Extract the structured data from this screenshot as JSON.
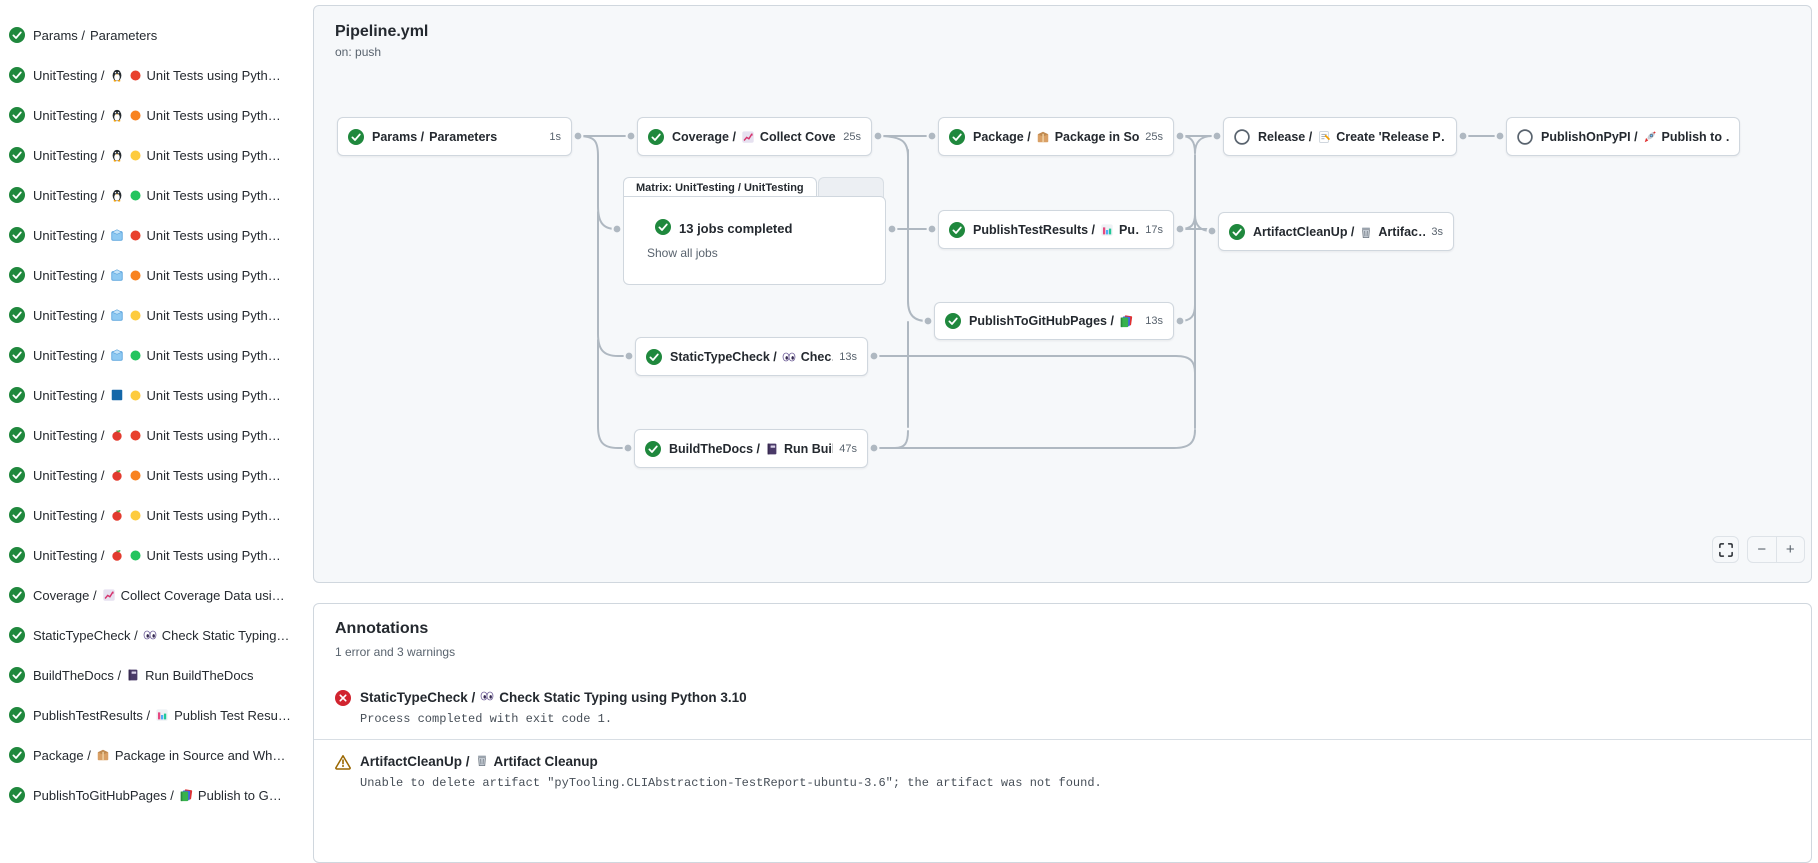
{
  "graph_panel": {
    "title": "Pipeline.yml",
    "trigger": "on: push",
    "matrix": {
      "tab_label": "Matrix: UnitTesting / UnitTesting",
      "status": "success",
      "status_text": "13 jobs completed",
      "link_label": "Show all jobs"
    },
    "nodes": [
      {
        "id": "params",
        "status": "success",
        "job": "Params",
        "icon": null,
        "name": "Parameters",
        "duration": "1s"
      },
      {
        "id": "coverage",
        "status": "success",
        "job": "Coverage",
        "icon": "chart-increasing",
        "name": "Collect Cove…",
        "duration": "25s"
      },
      {
        "id": "statictypecheck",
        "status": "success",
        "job": "StaticTypeCheck",
        "icon": "eyes",
        "name": "Chec…",
        "duration": "13s"
      },
      {
        "id": "buildthedocs",
        "status": "success",
        "job": "BuildTheDocs",
        "icon": "notebook",
        "name": "Run Buil…",
        "duration": "47s"
      },
      {
        "id": "package",
        "status": "success",
        "job": "Package",
        "icon": "package",
        "name": "Package in So…",
        "duration": "25s"
      },
      {
        "id": "publishtestresults",
        "status": "success",
        "job": "PublishTestResults",
        "icon": "bar-chart",
        "name": "Pu…",
        "duration": "17s"
      },
      {
        "id": "publishtogithubpages",
        "status": "success",
        "job": "PublishToGitHubPages",
        "icon": "books",
        "name": "…",
        "duration": "13s"
      },
      {
        "id": "release",
        "status": "skipped",
        "job": "Release",
        "icon": "memo",
        "name": "Create 'Release P…",
        "duration": ""
      },
      {
        "id": "publishonpypi",
        "status": "skipped",
        "job": "PublishOnPyPI",
        "icon": "rocket",
        "name": "Publish to …",
        "duration": ""
      },
      {
        "id": "artifactcleanup",
        "status": "success",
        "job": "ArtifactCleanUp",
        "icon": "wastebasket",
        "name": "Artifac…",
        "duration": "3s"
      }
    ],
    "controls": {
      "fullscreen": "fullscreen",
      "zoom_out": "−",
      "zoom_in": "+"
    }
  },
  "sidebar": {
    "items": [
      {
        "status": "success",
        "job": "Params",
        "name": "Parameters"
      },
      {
        "status": "success",
        "job": "UnitTesting",
        "os_icon": "penguin",
        "py_color": "red",
        "name": "Unit Tests using Pyth…"
      },
      {
        "status": "success",
        "job": "UnitTesting",
        "os_icon": "penguin",
        "py_color": "orange",
        "name": "Unit Tests using Pyth…"
      },
      {
        "status": "success",
        "job": "UnitTesting",
        "os_icon": "penguin",
        "py_color": "yellow",
        "name": "Unit Tests using Pyth…"
      },
      {
        "status": "success",
        "job": "UnitTesting",
        "os_icon": "penguin",
        "py_color": "green",
        "name": "Unit Tests using Pyth…"
      },
      {
        "status": "success",
        "job": "UnitTesting",
        "os_icon": "ice",
        "py_color": "red",
        "name": "Unit Tests using Pyth…"
      },
      {
        "status": "success",
        "job": "UnitTesting",
        "os_icon": "ice",
        "py_color": "orange",
        "name": "Unit Tests using Pyth…"
      },
      {
        "status": "success",
        "job": "UnitTesting",
        "os_icon": "ice",
        "py_color": "yellow",
        "name": "Unit Tests using Pyth…"
      },
      {
        "status": "success",
        "job": "UnitTesting",
        "os_icon": "ice",
        "py_color": "green",
        "name": "Unit Tests using Pyth…"
      },
      {
        "status": "success",
        "job": "UnitTesting",
        "os_icon": "windows",
        "py_color": "yellow",
        "name": "Unit Tests using Pyth…"
      },
      {
        "status": "success",
        "job": "UnitTesting",
        "os_icon": "apple",
        "py_color": "red",
        "name": "Unit Tests using Pyth…"
      },
      {
        "status": "success",
        "job": "UnitTesting",
        "os_icon": "apple",
        "py_color": "orange",
        "name": "Unit Tests using Pyth…"
      },
      {
        "status": "success",
        "job": "UnitTesting",
        "os_icon": "apple",
        "py_color": "yellow",
        "name": "Unit Tests using Pyth…"
      },
      {
        "status": "success",
        "job": "UnitTesting",
        "os_icon": "apple",
        "py_color": "green",
        "name": "Unit Tests using Pyth…"
      },
      {
        "status": "success",
        "job": "Coverage",
        "icon": "chart-increasing",
        "name": "Collect Coverage Data usi…"
      },
      {
        "status": "success",
        "job": "StaticTypeCheck",
        "icon": "eyes",
        "name": "Check Static Typing…"
      },
      {
        "status": "success",
        "job": "BuildTheDocs",
        "icon": "notebook",
        "name": "Run BuildTheDocs"
      },
      {
        "status": "success",
        "job": "PublishTestResults",
        "icon": "bar-chart",
        "name": "Publish Test Resu…"
      },
      {
        "status": "success",
        "job": "Package",
        "icon": "package",
        "name": "Package in Source and Wh…"
      },
      {
        "status": "success",
        "job": "PublishToGitHubPages",
        "icon": "books",
        "name": "Publish to G…"
      }
    ]
  },
  "annotations": {
    "title": "Annotations",
    "summary": "1 error and 3 warnings",
    "items": [
      {
        "level": "error",
        "job": "StaticTypeCheck",
        "icon": "eyes",
        "name": "Check Static Typing using Python 3.10",
        "message": "Process completed with exit code 1."
      },
      {
        "level": "warning",
        "job": "ArtifactCleanUp",
        "icon": "wastebasket",
        "name": "Artifact Cleanup",
        "message": "Unable to delete artifact \"pyTooling.CLIAbstraction-TestReport-ubuntu-3.6\"; the artifact was not found."
      }
    ]
  },
  "colors": {
    "success": "#1f883d",
    "skipped": "#59636e",
    "error": "#d1242f",
    "warning": "#9a6700",
    "edge": "#afb8c1",
    "canvas": "#f6f8fa",
    "border": "#d0d7de",
    "py_red": "#e8402d",
    "py_orange": "#f8821f",
    "py_yellow": "#fdcb3f",
    "py_green": "#23c45e"
  }
}
